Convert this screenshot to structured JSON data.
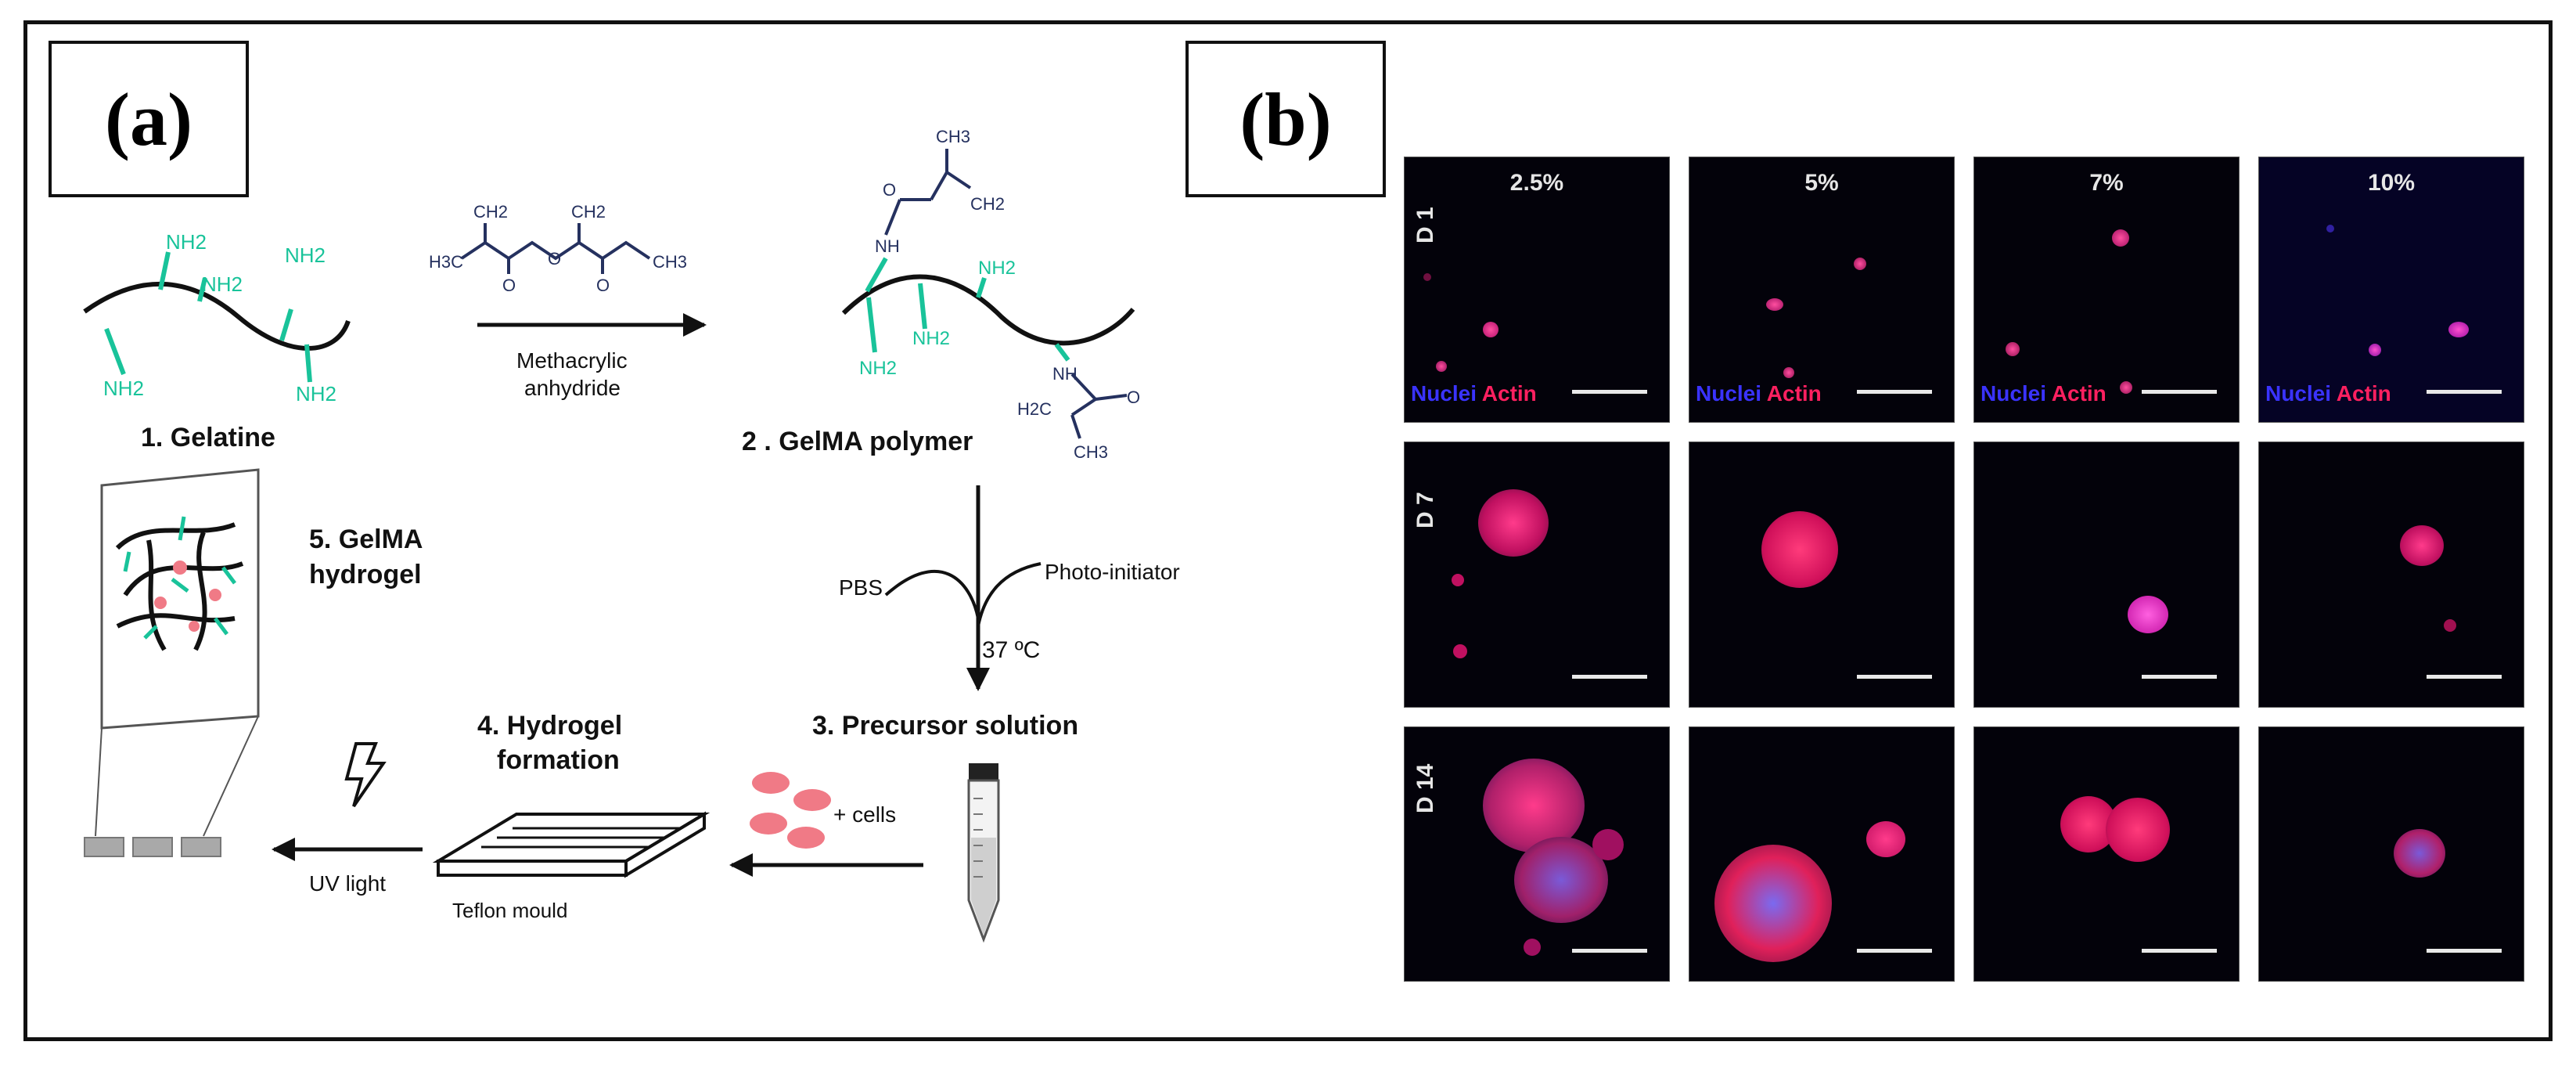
{
  "panels": {
    "a": {
      "label": "(a)",
      "steps": {
        "s1": "1. Gelatine",
        "s2": "2 . GelMA polymer",
        "s3": "3. Precursor  solution",
        "s4_line1": "4. Hydrogel",
        "s4_line2": "formation",
        "s5_line1": "5. GelMA",
        "s5_line2": "hydrogel"
      },
      "reagents": {
        "methacrylic_line1": "Methacrylic",
        "methacrylic_line2": "anhydride",
        "pbs": "PBS",
        "photoinitiator": "Photo-initiator",
        "temperature": "37 ºC",
        "cells": "+ cells",
        "uv": "UV light",
        "mould": "Teflon mould"
      },
      "chem": {
        "nh2": "NH2",
        "nh": "NH",
        "ch2": "CH2",
        "ch3": "CH3",
        "h2c": "H2C",
        "h3c": "H3C",
        "o": "O"
      },
      "colors": {
        "amine": "#19c39a",
        "methacryl": "#25315f",
        "cells": "#f07a86"
      }
    },
    "b": {
      "label": "(b)",
      "concentrations": [
        "2.5%",
        "5%",
        "7%",
        "10%"
      ],
      "days": [
        "D 1",
        "D 7",
        "D 14"
      ],
      "stain_nuclei": "Nuclei",
      "stain_actin": "Actin",
      "colors": {
        "nuclei": "#3a33ff",
        "actin": "#ff2060",
        "background": "#03020a"
      }
    }
  }
}
